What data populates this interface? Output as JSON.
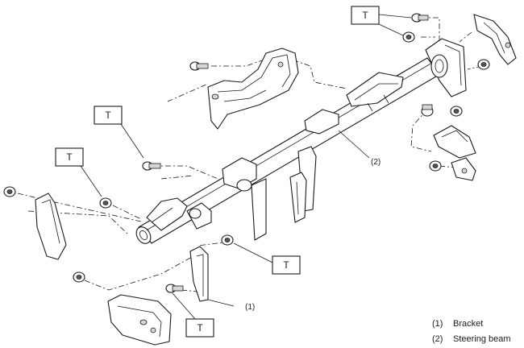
{
  "torque_marker": "T",
  "callouts": {
    "bracket": "(1)",
    "steering_beam": "(2)"
  },
  "legend": [
    {
      "num": "(1)",
      "label": "Bracket"
    },
    {
      "num": "(2)",
      "label": "Steering beam"
    }
  ]
}
